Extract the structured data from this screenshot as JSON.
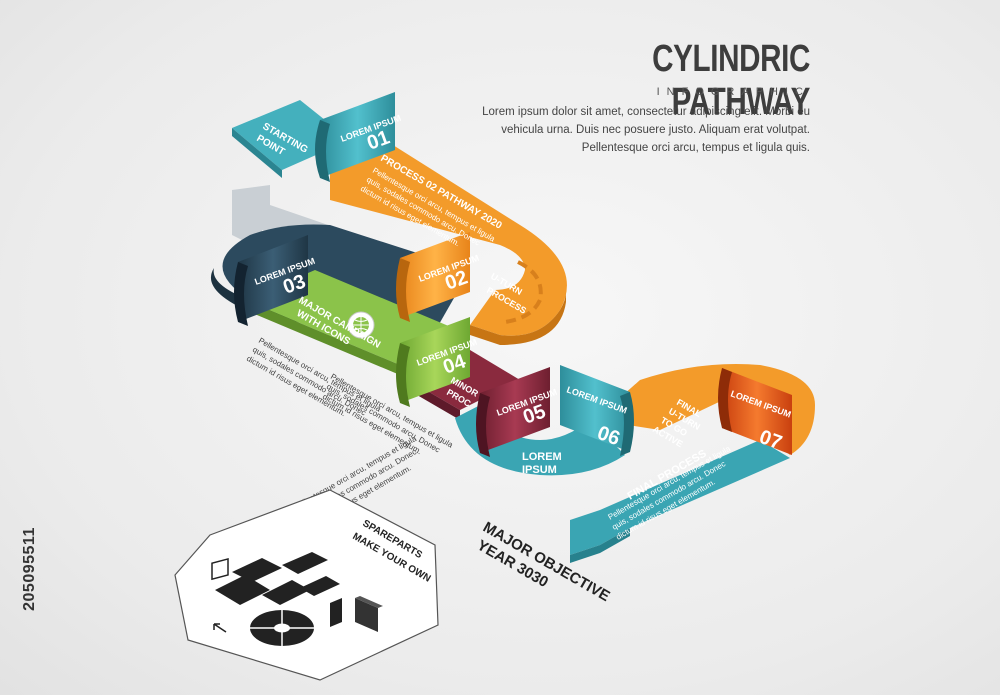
{
  "header": {
    "title": "CYLINDRIC PATHWAY",
    "subtitle": "INFOGRAPHIC",
    "lead_lines": [
      "Lorem ipsum dolor sit amet, consectetur adipiscing elit. Morbi eu",
      "vehicula urna. Duis nec posuere justo. Aliquam erat volutpat.",
      "Pellentesque orci arcu, tempus et ligula quis."
    ]
  },
  "side_id": "205095511",
  "colors": {
    "teal": "#3aa5b3",
    "orange": "#f39b2a",
    "dark_blue": "#2c4a5e",
    "green": "#8bc34a",
    "maroon": "#8a2a3e",
    "red_orange": "#e85a1e",
    "gray_arrow": "#c9cfd4"
  },
  "steps": [
    {
      "label": "LOREM IPSUM",
      "num": "01",
      "color": "#3aa5b3"
    },
    {
      "label": "LOREM IPSUM",
      "num": "02",
      "color": "#f39b2a"
    },
    {
      "label": "LOREM IPSUM",
      "num": "03",
      "color": "#2c4a5e"
    },
    {
      "label": "LOREM IPSUM",
      "num": "04",
      "color": "#8bc34a"
    },
    {
      "label": "LOREM IPSUM",
      "num": "05",
      "color": "#8a2a3e"
    },
    {
      "label": "LOREM IPSUM",
      "num": "06",
      "color": "#3aa5b3"
    },
    {
      "label": "LOREM IPSUM",
      "num": "07",
      "color": "#e85a1e"
    }
  ],
  "path_labels": {
    "starting": [
      "STARTING",
      "POINT"
    ],
    "process02": "PROCESS 02 PATHWAY 2020",
    "uturn": [
      "U-TURN",
      "PROCESS"
    ],
    "major_campaign": [
      "MAJOR CAMPAIGN",
      "WITH ICONS"
    ],
    "minor": [
      "MINOR",
      "PROC"
    ],
    "lorem_center": [
      "LOREM",
      "IPSUM"
    ],
    "final_uturn": [
      "FINAL",
      "U-TURN",
      "TO GO",
      "ACTIVE"
    ],
    "final_process": "FINAL PROCESS",
    "objective": [
      "MAJOR OBJECTIVE",
      "YEAR 3030"
    ],
    "spareparts": [
      "SPAREPARTS",
      "MAKE YOUR OWN"
    ]
  },
  "body_texts": {
    "process02": [
      "Pellentesque orci arcu, tempus et ligula",
      "quis, sodales commodo arcu. Donec",
      "dictum id risus eget elementum."
    ],
    "campaign": [
      "Pellentesque orci arcu, tempus et ligula",
      "quis, sodales commodo arcu. Donec",
      "dictum id risus eget elementum."
    ],
    "left_lower": [
      "Pellentesque orci arcu, tempus et ligula",
      "quis, sodales commodo arcu. Donec",
      "dictum id risus eget elementum."
    ],
    "bottom": [
      "Pellentesque orci arcu, tempus et ligula",
      "quis, sodales commodo arcu. Donec",
      "dictum id risus eget elementum."
    ],
    "final": [
      "Pellentesque orci arcu, tempus et ligula",
      "quis, sodales commodo arcu. Donec",
      "dictum id risus eget elementum."
    ]
  }
}
